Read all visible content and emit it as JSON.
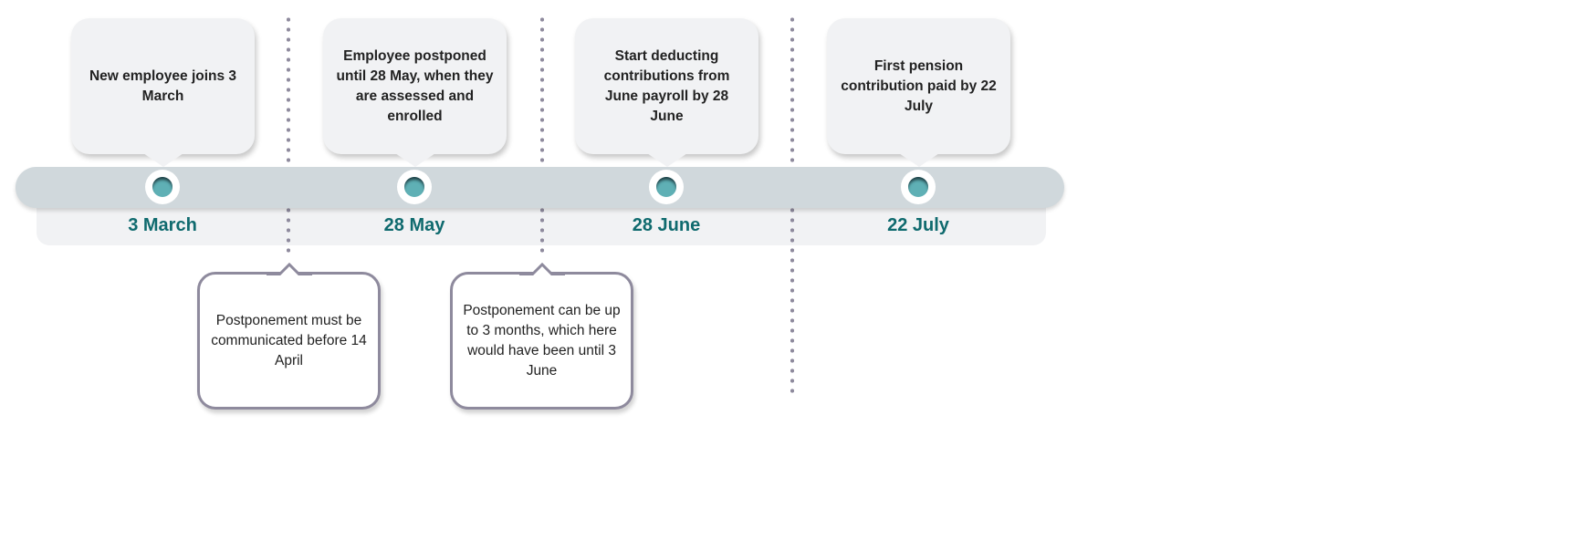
{
  "events": [
    {
      "text": "New employee joins 3 March",
      "date": "3 March"
    },
    {
      "text": "Employee postponed until 28 May, when they are assessed and enrolled",
      "date": "28 May"
    },
    {
      "text": "Start deducting contributions from June payroll by 28 June",
      "date": "28 June"
    },
    {
      "text": "First pension contribution paid by 22 July",
      "date": "22 July"
    }
  ],
  "notes": [
    {
      "text": "Postponement must be communicated before 14 April"
    },
    {
      "text": "Postponement can be up to 3 months, which here would have been until 3 June"
    }
  ],
  "colors": {
    "band": "#d0d8dc",
    "date": "#0f6a6e",
    "dot": "#5fb0b5",
    "divider": "#8e8a9d"
  }
}
